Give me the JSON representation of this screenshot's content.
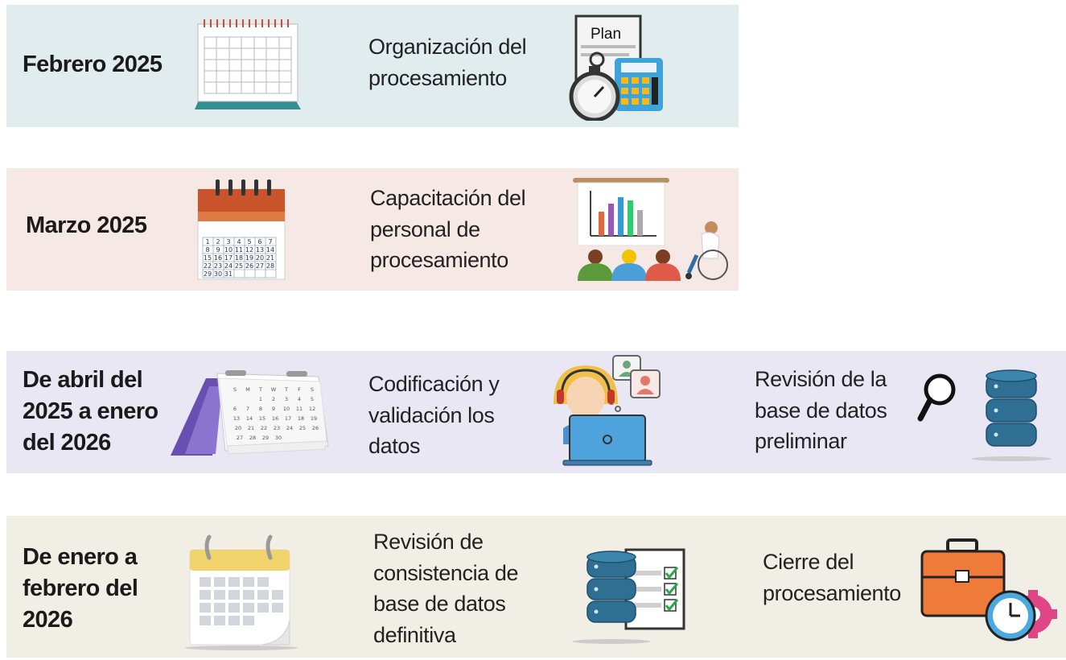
{
  "rows": [
    {
      "date_lines": [
        "Febrero 2025"
      ],
      "tasks": [
        {
          "lines": [
            "Organización del",
            "procesamiento"
          ],
          "icon": "plan-calculator-stopwatch-icon",
          "icon_text": "Plan"
        }
      ],
      "calendar_icon": "desk-calendar-icon"
    },
    {
      "date_lines": [
        "Marzo 2025"
      ],
      "tasks": [
        {
          "lines": [
            "Capacitación del",
            "personal de",
            "procesamiento"
          ],
          "icon": "training-presentation-icon"
        }
      ],
      "calendar_icon": "march-calendar-icon"
    },
    {
      "date_lines": [
        "De abril del",
        "2025 a enero",
        "del 2026"
      ],
      "tasks": [
        {
          "lines": [
            "Codificación y",
            "validación los",
            "datos"
          ],
          "icon": "data-coding-operator-icon"
        },
        {
          "lines": [
            "Revisión de la",
            "base de datos",
            "preliminar"
          ],
          "icon": "database-search-icon"
        }
      ],
      "calendar_icon": "flip-calendar-icon"
    },
    {
      "date_lines": [
        "De enero a",
        "febrero del",
        "2026"
      ],
      "tasks": [
        {
          "lines": [
            "Revisión de",
            "consistencia de",
            "base de datos",
            "definitiva"
          ],
          "icon": "database-checklist-icon"
        },
        {
          "lines": [
            "Cierre del",
            "procesamiento"
          ],
          "icon": "briefcase-clock-gear-icon"
        }
      ],
      "calendar_icon": "ring-calendar-icon"
    }
  ],
  "colors": {
    "row1_bg": "#e1ecef",
    "row2_bg": "#f6e9e5",
    "row3_bg": "#e9e7f4",
    "row4_bg": "#f1efe5",
    "database_blue": "#2e6f93",
    "calendar_red": "#c9532b"
  }
}
